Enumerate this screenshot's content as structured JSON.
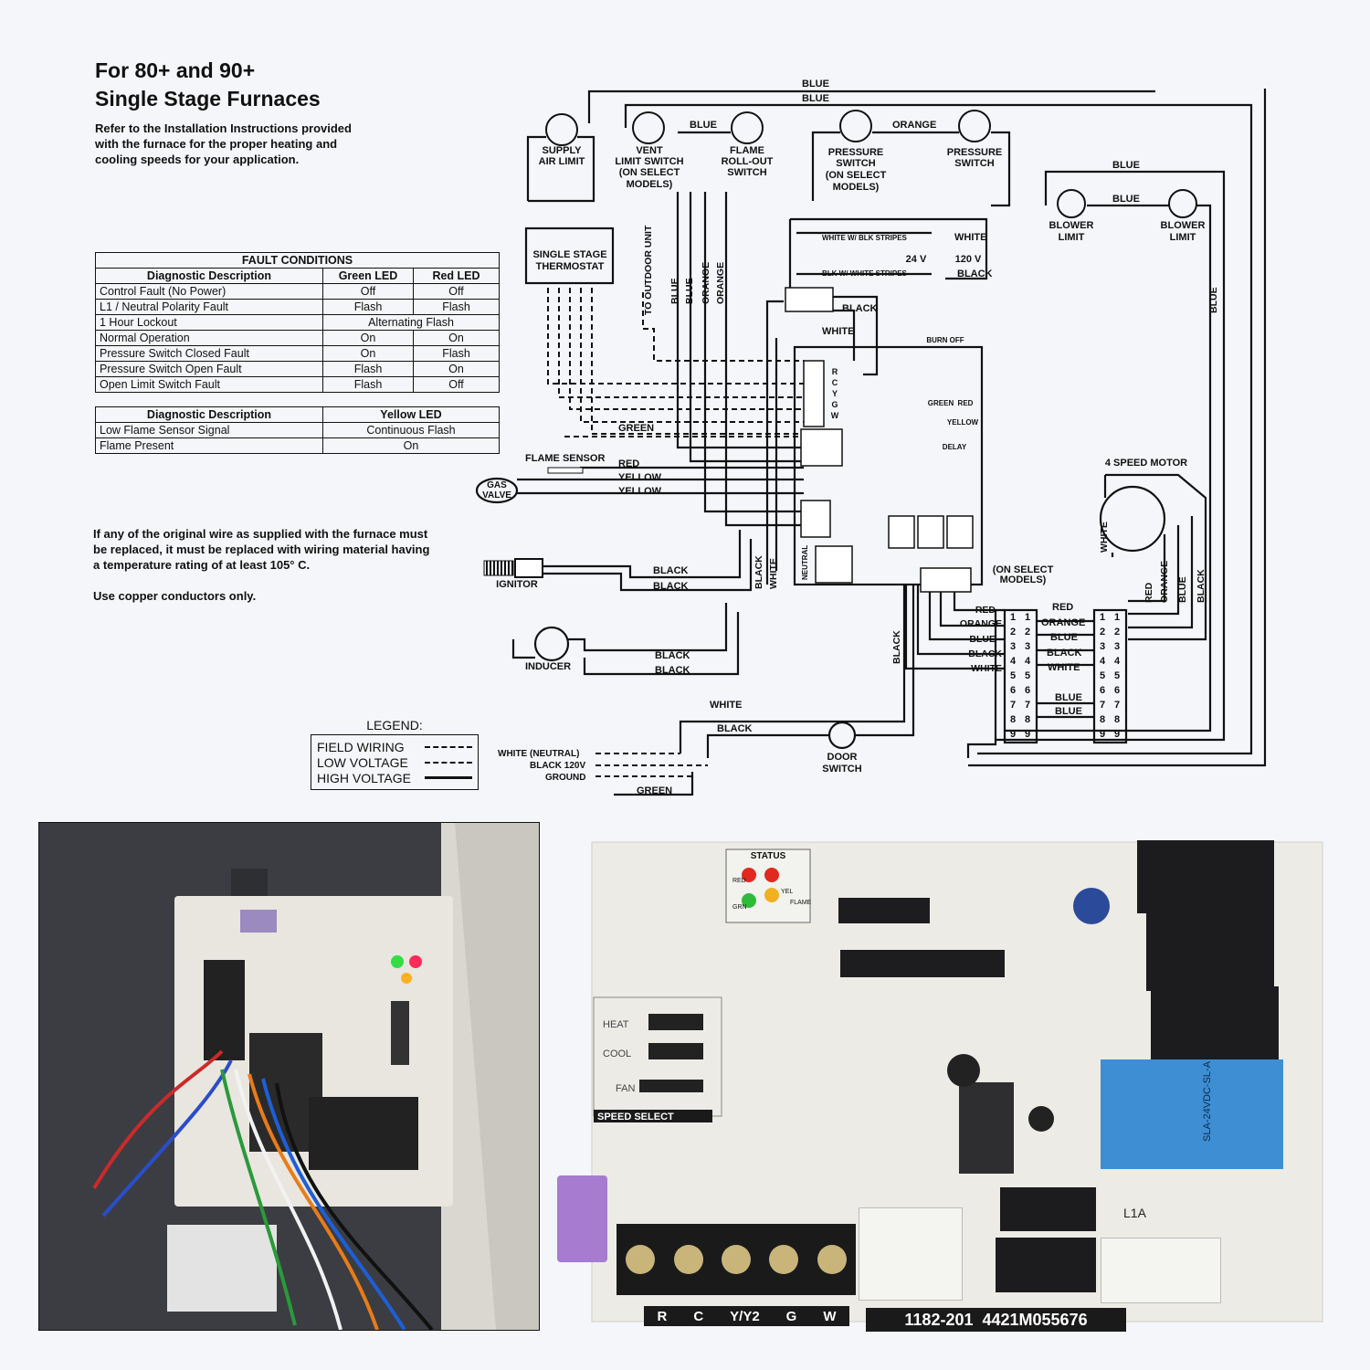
{
  "header": {
    "title_line1": "For 80+ and 90+",
    "title_line2": "Single Stage Furnaces",
    "intro": "Refer to the Installation Instructions provided with the furnace for the proper heating and cooling speeds for your application."
  },
  "fault_table": {
    "title": "FAULT CONDITIONS",
    "headers": [
      "Diagnostic Description",
      "Green LED",
      "Red LED"
    ],
    "rows": [
      {
        "desc": "Control Fault (No Power)",
        "green": "Off",
        "red": "Off"
      },
      {
        "desc": "L1 / Neutral Polarity Fault",
        "green": "Flash",
        "red": "Flash"
      },
      {
        "desc": "1 Hour Lockout",
        "both": "Alternating Flash"
      },
      {
        "desc": "Normal Operation",
        "green": "On",
        "red": "On"
      },
      {
        "desc": "Pressure Switch Closed Fault",
        "green": "On",
        "red": "Flash"
      },
      {
        "desc": "Pressure Switch Open Fault",
        "green": "Flash",
        "red": "On"
      },
      {
        "desc": "Open Limit Switch Fault",
        "green": "Flash",
        "red": "Off"
      }
    ]
  },
  "yellow_table": {
    "headers": [
      "Diagnostic Description",
      "Yellow LED"
    ],
    "rows": [
      {
        "desc": "Low Flame Sensor Signal",
        "value": "Continuous Flash"
      },
      {
        "desc": "Flame Present",
        "value": "On"
      }
    ]
  },
  "notes": {
    "replacement": "If any of the original wire as supplied with the furnace must be replaced, it must be replaced with wiring material having a temperature rating of at least 105° C.",
    "copper": "Use copper conductors only."
  },
  "legend": {
    "title": "LEGEND:",
    "field_wiring": "FIELD WIRING",
    "low_voltage": "LOW VOLTAGE",
    "high_voltage": "HIGH VOLTAGE"
  },
  "diagram": {
    "supply_air_limit": [
      "SUPPLY",
      "AIR LIMIT"
    ],
    "vent_limit_switch": [
      "VENT",
      "LIMIT SWITCH",
      "(ON SELECT",
      "MODELS)"
    ],
    "flame_rollout_switch": [
      "FLAME",
      "ROLL-OUT",
      "SWITCH"
    ],
    "pressure_switch_select": [
      "PRESSURE",
      "SWITCH",
      "(ON SELECT",
      "MODELS)"
    ],
    "pressure_switch": [
      "PRESSURE",
      "SWITCH"
    ],
    "blower_limit": [
      "BLOWER",
      "LIMIT"
    ],
    "thermostat": [
      "SINGLE STAGE",
      "THERMOSTAT"
    ],
    "to_outdoor_unit": "TO OUTDOOR UNIT",
    "flame_sensor": "FLAME SENSOR",
    "gas_valve": [
      "GAS",
      "VALVE"
    ],
    "ignitor": "IGNITOR",
    "inducer": "INDUCER",
    "motor": "4 SPEED MOTOR",
    "on_select_models": [
      "(ON SELECT",
      "MODELS)"
    ],
    "door_switch": [
      "DOOR",
      "SWITCH"
    ],
    "white_neutral": "WHITE (NEUTRAL)",
    "black_120v": "BLACK 120V",
    "ground": "GROUND",
    "transformer_24v": "24 V",
    "transformer_120v": "120 V",
    "wire_white_blk": "WHITE W/ BLK STRIPES",
    "wire_blk_white": "BLK W/ WHITE STRIPES",
    "neutral": "NEUTRAL",
    "board_letters": [
      "R",
      "C",
      "Y",
      "G",
      "W"
    ],
    "led_labels": [
      "GREEN",
      "RED",
      "YELLOW"
    ],
    "burner_off_delay": [
      "BURN OFF",
      "DELAY"
    ],
    "wire_colors": {
      "blue": "BLUE",
      "orange": "ORANGE",
      "black": "BLACK",
      "white": "WHITE",
      "green": "GREEN",
      "red": "RED",
      "yellow": "YELLOW"
    },
    "plug_wires": [
      "RED",
      "ORANGE",
      "BLUE",
      "BLACK",
      "WHITE"
    ],
    "plug_numbers": [
      "1",
      "2",
      "3",
      "4",
      "5",
      "6",
      "7",
      "8",
      "9"
    ]
  },
  "board_photo": {
    "status": "STATUS",
    "leds": [
      "RED",
      "GRN",
      "YEL",
      "FLAME"
    ],
    "heat": "HEAT",
    "cool": "COOL",
    "fan": "FAN",
    "speed_select": "SPEED SELECT",
    "terminals": [
      "R",
      "C",
      "Y/Y2",
      "G",
      "W"
    ],
    "part_number": "1182-201  4421M055676",
    "relay_label": "SLA-24VDC-SL-A",
    "l1a": "L1A",
    "colors": {
      "board": "#ecebe6",
      "relay_blue": "#3e8ed4",
      "relay_black": "#1c1c1e",
      "fuse": "#a77bd0",
      "terminal_block": "#1a1a1a"
    }
  },
  "installed_photo": {
    "colors": {
      "panel": "#3b3d42",
      "board": "#e8e6df",
      "cabinet": "#d9d7d0"
    }
  }
}
